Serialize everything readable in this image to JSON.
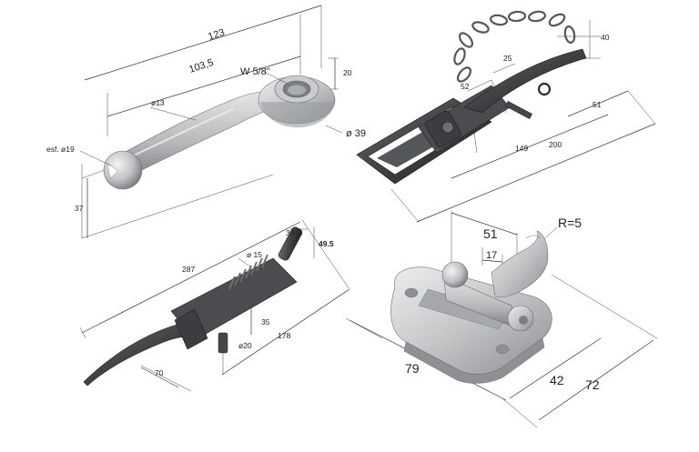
{
  "colors": {
    "background": "#ffffff",
    "dimension_line": "#333333",
    "galvanized_light": "#d9dadb",
    "galvanized_mid": "#b3b5b7",
    "galvanized_dark": "#85888b",
    "black_steel": "#3e4042",
    "black_steel_dark": "#232527",
    "black_steel_light": "#6c6f72"
  },
  "parts": {
    "eye_lever": {
      "dims": {
        "d123": "123",
        "d103": "103,5",
        "thread": "W 5/8\"",
        "d20": "20",
        "d13": "ø13",
        "d39": "ø 39",
        "sphere": "esf. ø19",
        "d37": "37"
      }
    },
    "chain_latch": {
      "dims": {
        "d40": "40",
        "d25": "25",
        "d52": "52",
        "d51": "51",
        "d149": "149",
        "d200": "200"
      }
    },
    "spring_latch": {
      "dims": {
        "d33": "33",
        "d495": "49.5",
        "d15": "ø 15",
        "d287": "287",
        "d35": "35",
        "d20": "ø20",
        "d178": "178",
        "d70": "70"
      }
    },
    "hook_plate": {
      "dims": {
        "d51": "51",
        "r5": "R=5",
        "d17": "17",
        "d79": "79",
        "d42": "42",
        "d72": "72"
      }
    }
  }
}
